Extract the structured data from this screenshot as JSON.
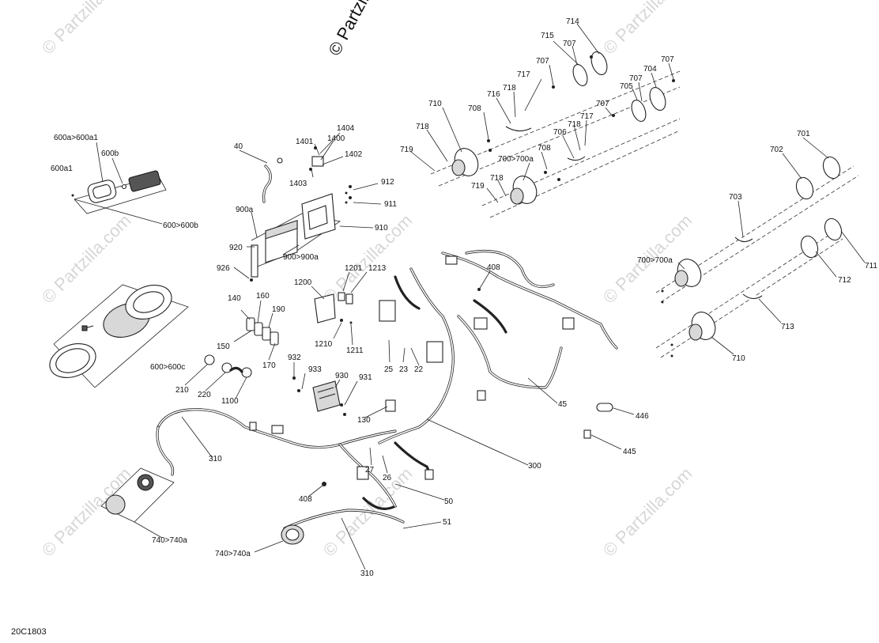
{
  "diagram": {
    "code": "20C1803",
    "copyright": "© Partzilla.com",
    "watermark": "© Partzilla.com",
    "labels": {
      "c600a_600a1": "600a>600a1",
      "c600b": "600b",
      "c600a1": "600a1",
      "c600_600b": "600>600b",
      "c600_600c": "600>600c",
      "c40": "40",
      "c900a": "900a",
      "c920": "920",
      "c926": "926",
      "c900_900a": "900>900a",
      "c910": "910",
      "c911": "911",
      "c912": "912",
      "c1401": "1401",
      "c1404": "1404",
      "c1400": "1400",
      "c1402": "1402",
      "c1403": "1403",
      "c1200": "1200",
      "c1201": "1201",
      "c1213": "1213",
      "c1210": "1210",
      "c1211": "1211",
      "c140": "140",
      "c160": "160",
      "c190": "190",
      "c150": "150",
      "c170": "170",
      "c210": "210",
      "c220": "220",
      "c1100": "1100",
      "c932": "932",
      "c933": "933",
      "c930": "930",
      "c931": "931",
      "c25": "25",
      "c23": "23",
      "c22": "22",
      "c408a": "408",
      "c408b": "408",
      "c45": "45",
      "c130": "130",
      "c300": "300",
      "c310a": "310",
      "c310b": "310",
      "c27": "27",
      "c26": "26",
      "c50": "50",
      "c51": "51",
      "c740a": "740>740a",
      "c740b": "740>740a",
      "c446": "446",
      "c445": "445",
      "c714": "714",
      "c715": "715",
      "c707a": "707",
      "c707b": "707",
      "c707c": "707",
      "c707d": "707",
      "c707e": "707",
      "c717a": "717",
      "c717b": "717",
      "c718a": "718",
      "c718b": "718",
      "c718c": "718",
      "c718d": "718",
      "c716": "716",
      "c710a": "710",
      "c710b": "710",
      "c708a": "708",
      "c708b": "708",
      "c719a": "719",
      "c719b": "719",
      "c700a": "700>700a",
      "c700b": "700>700a",
      "c706": "706",
      "c705": "705",
      "c704": "704",
      "c701": "701",
      "c702": "702",
      "c703": "703",
      "c711": "711",
      "c712": "712",
      "c713": "713"
    }
  }
}
